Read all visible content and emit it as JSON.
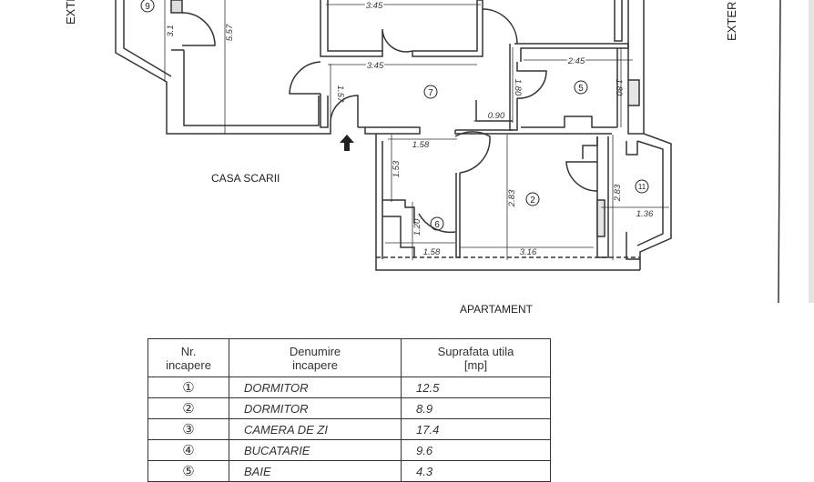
{
  "plan": {
    "labels": {
      "exterior_left": "EXTE",
      "exterior_right": "EXTER",
      "stairwell": "CASA SCARII",
      "apartment": "APARTAMENT"
    },
    "room_markers": [
      "9",
      "7",
      "5",
      "6",
      "2",
      "11"
    ],
    "dimensions": [
      "3.45",
      "3.45",
      "1.57",
      "1.80",
      "2.45",
      "1.80",
      "0.90",
      "1.58",
      "1.53",
      "2.83",
      "2.83",
      "1.36",
      "1.20",
      "1.58",
      "3.16",
      "5.57",
      "3.1"
    ]
  },
  "table": {
    "headers": [
      "Nr.\nincapere",
      "Denumire\nincapere",
      "Suprafata utila\n[mp]"
    ],
    "rows": [
      {
        "nr": "①",
        "name": "DORMITOR",
        "area": "12.5"
      },
      {
        "nr": "②",
        "name": "DORMITOR",
        "area": "8.9"
      },
      {
        "nr": "③",
        "name": "CAMERA DE ZI",
        "area": "17.4"
      },
      {
        "nr": "④",
        "name": "BUCATARIE",
        "area": "9.6"
      },
      {
        "nr": "⑤",
        "name": "BAIE",
        "area": "4.3"
      }
    ]
  }
}
